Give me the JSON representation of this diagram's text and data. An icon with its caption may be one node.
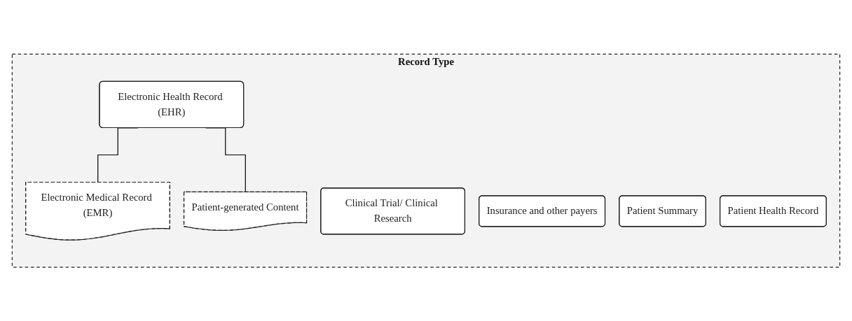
{
  "diagram": {
    "nodes": [
      {
        "text": [
          "Record Type"
        ]
      },
      {
        "text": [
          "Electronic Health Record (EHR)"
        ],
        "in": 0
      },
      {
        "text": [
          "Electronic Medical Record (EMR)"
        ],
        "in": 0
      },
      {
        "text": [
          "Patient-generated Content"
        ],
        "in": 0
      },
      {
        "text": [
          "Clinical Trial/ Clinical Research"
        ],
        "in": 0
      },
      {
        "text": [
          "Insurance and other payers"
        ],
        "in": 0
      },
      {
        "text": [
          "Patient Summary"
        ],
        "in": 0
      },
      {
        "text": [
          "Patient Health Record"
        ],
        "in": 0
      }
    ],
    "edges": [
      {
        "from": 1,
        "to": 2,
        "arrow": "none"
      },
      {
        "from": 1,
        "to": 3,
        "arrow": "none"
      }
    ]
  }
}
